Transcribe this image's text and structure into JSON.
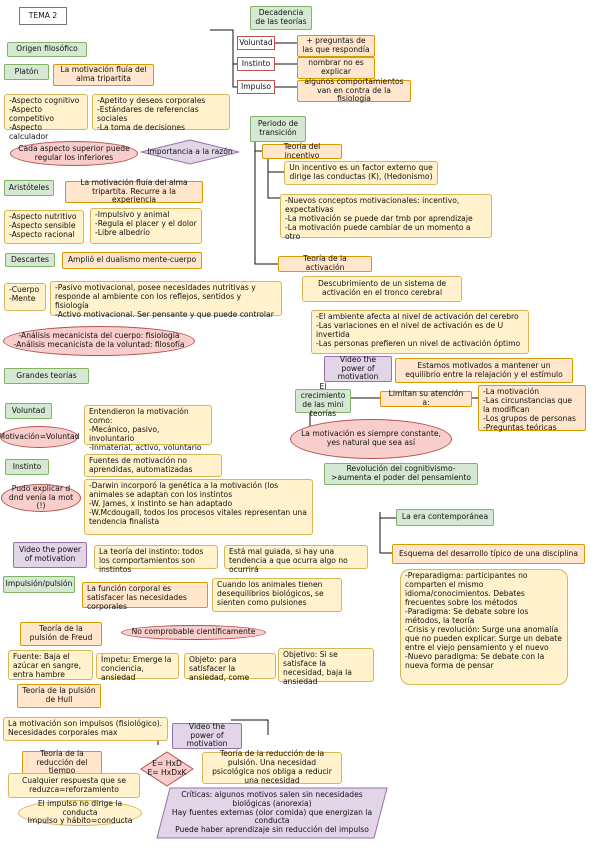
{
  "nodes": {
    "tema2": "TEMA 2",
    "origen": "Origen filosófico",
    "platon": "Platón",
    "platon_def": "La motivación fluía del alma tripartita",
    "platon_aspectos": "-Aspecto cognitivo\n-Aspecto competitivo\n-Aspecto calculador",
    "platon_apetitos": "-Apetito y deseos corporales\n-Estándares de referencias sociales\n-La toma de decisiones",
    "aspecto_superior": "Cada aspecto superior puede regular los inferiores",
    "importancia_razon": "Importancia a la razón",
    "aristoteles": "Aristóteles",
    "aristoteles_def": "La motivación fluía del alma tripartita. Recurre a la experiencia",
    "aristoteles_aspectos": "-Aspecto nutritivo\n-Aspecto sensible\n-Aspecto racional",
    "aristoteles_impulsivo": "-Impulsivo y animal\n-Regula el placer y el dolor\n-Libre albedrío",
    "descartes": "Descartes",
    "descartes_def": "Amplió el dualismo mente-cuerpo",
    "cuerpo_mente": "-Cuerpo\n-Mente",
    "pasivo_activo": "-Pasivo motivacional, posee necesidades nutritivas y responde al ambiente con los reflejos, sentidos y fisiología\n-Activo motivacional. Ser pensante y que puede controlar",
    "analisis_mecanicista": "-Análisis mecanicista del cuerpo: fisiología\n-Análisis mecanicista de la voluntad: filosofía",
    "grandes_teorias": "Grandes teorías",
    "voluntad": "Voluntad",
    "motivacion_voluntad": "Motivación=Voluntad",
    "entendieron": "Entendieron la motivación como:\n-Mecánico, pasivo, involuntario\n-Inmaterial, activo, voluntario",
    "instinto": "Instinto",
    "pudo_explicar": "Pudo explicar d dnd venía la mot (!)",
    "fuentes_instinto": "Fuentes de motivación no aprendidas, automatizadas",
    "darwin": "-Darwin incorporó la genética a la motivación (los animales se adaptan con los instintos\n-W. James, x instinto se han adaptado\n-W.Mcdougall, todos los procesos vitales representan una tendencia finalista",
    "video_power_1": "Video the power of motivation",
    "teoria_instinto": "La teoría del instinto: todos los comportamientos son instintos",
    "mal_guiada": "Está mal guiada, si hay una tendencia a que ocurra algo no ocurrirá",
    "impulsion": "Impulsión/pulsión",
    "funcion_corporal": "La función corporal es satisfacer las necesidades corporales",
    "cuando_animales": "Cuando los animales tienen desequilibrios biológicos, se sienten como pulsiones",
    "teoria_freud": "Teoría de la pulsión de Freud",
    "no_comprobable": "No comprobable científicamente",
    "fuente_azucar": "Fuente: Baja el azúcar en sangre, entra hambre",
    "impetu": "Ímpetu: Emerge la conciencia, ansiedad",
    "objeto": "Objeto: para satisfacer la ansiedad, come",
    "objetivo": "Objetivo: Si se satisface la necesidad, baja la ansiedad",
    "teoria_hull": "Teoría de la pulsión de Hull",
    "impulsos_fisiologicos": "La motivación son impulsos (fisiológico). Necesidades corporales max",
    "video_power_3": "Video the power of motivation",
    "reduccion_tiempo": "Teoría de la reducción del tiempo",
    "cualquier_respuesta": "Cualquier respuesta que se reduzca=reforzamiento",
    "impulso_no_dirige": "El impulso no dirige la conducta\nImpulso y hábito=conducta",
    "formula": "E= HxD\nE= HxDxK",
    "reduccion_pulsion": "Teoría de la reducción de la pulsión. Una necesidad psicológica nos obliga a reducir una necesidad",
    "criticas": "Críticas: algunos motivos salen sin necesidades biológicas (anorexia)\nHay fuentes externas (olor comida) que energizan la conducta\nPuede haber aprendizaje sin reducción del impulso",
    "decadencia": "Decadencia de las teorías",
    "d_voluntad": "Voluntad",
    "d_voluntad_txt": "+ preguntas de las que respondía",
    "d_instinto": "Instinto",
    "d_instinto_txt": "nombrar no es explicar",
    "d_impulso": "Impulso",
    "d_impulso_txt": "algunos comportamientos van en contra de la fisiología",
    "periodo_transicion": "Periodo de transición",
    "teoria_incentivo": "Teoría del incentivo",
    "incentivo_def": "Un incentivo es un factor externo que dirige las conductas (K), (Hedonismo)",
    "nuevos_conceptos": "-Nuevos conceptos motivacionales: incentivo, expectativas\n-La motivación se puede dar tmb por aprendizaje\n-La motivación puede cambiar de un momento a otro",
    "teoria_activacion": "Teoría de la activación",
    "descubrimiento": "Descubrimiento de un sistema de activación en el tronco cerebral",
    "ambiente_afecta": "-El ambiente afecta al nivel de activación del cerebro\n-Las variaciones en el nivel de activación es de U invertida\n-Las personas prefieren un nivel de activación óptimo",
    "video_power_2": "Video the power of motivation",
    "estamos_motivados": "Estamos motivados a mantener un equilibrio entre la relajación y el estímulo",
    "crecimiento": "El crecimiento de las mini teorías",
    "limitan": "Limitan su atención a:",
    "limitan_lista": "-La motivación\n-Las circunstancias que la modifican\n-Los grupos de personas\n-Preguntas teóricas",
    "siempre_constante": "La motivación es siempre constante, yes natural que sea así",
    "revolucion": "Revolución del cognitivismo->aumenta el poder del pensamiento",
    "era_contemporanea": "La era contemporánea",
    "esquema": "Esquema del desarrollo típico de una disciplina",
    "preparadigma": "-Preparadigma: participantes no comparten el mismo idioma/conocimientos. Debates frecuentes sobre los métodos\n-Paradigma: Se debate sobre los métodos, la teoría\n-Crisis y revolución: Surge una anomalía que no pueden explicar. Surge un debate entre el viejo pensamiento y el nuevo\n-Nuevo paradigma: Se debate con la nueva forma de pensar"
  }
}
